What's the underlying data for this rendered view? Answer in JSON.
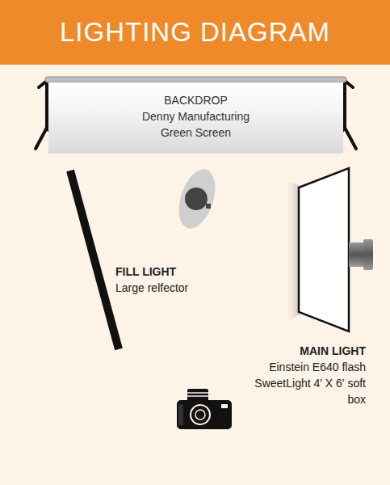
{
  "diagram": {
    "title": "LIGHTING DIAGRAM",
    "nodes": [
      {
        "text": [
          "BACKDROP",
          "Denny Manufacturing Green Screen"
        ]
      }
    ],
    "labels": [
      "FILL LIGHT",
      "Large relfector",
      "MAIN LIGHT",
      "Einstein E640 flash SweetLight 4' X 6' soft box"
    ]
  }
}
